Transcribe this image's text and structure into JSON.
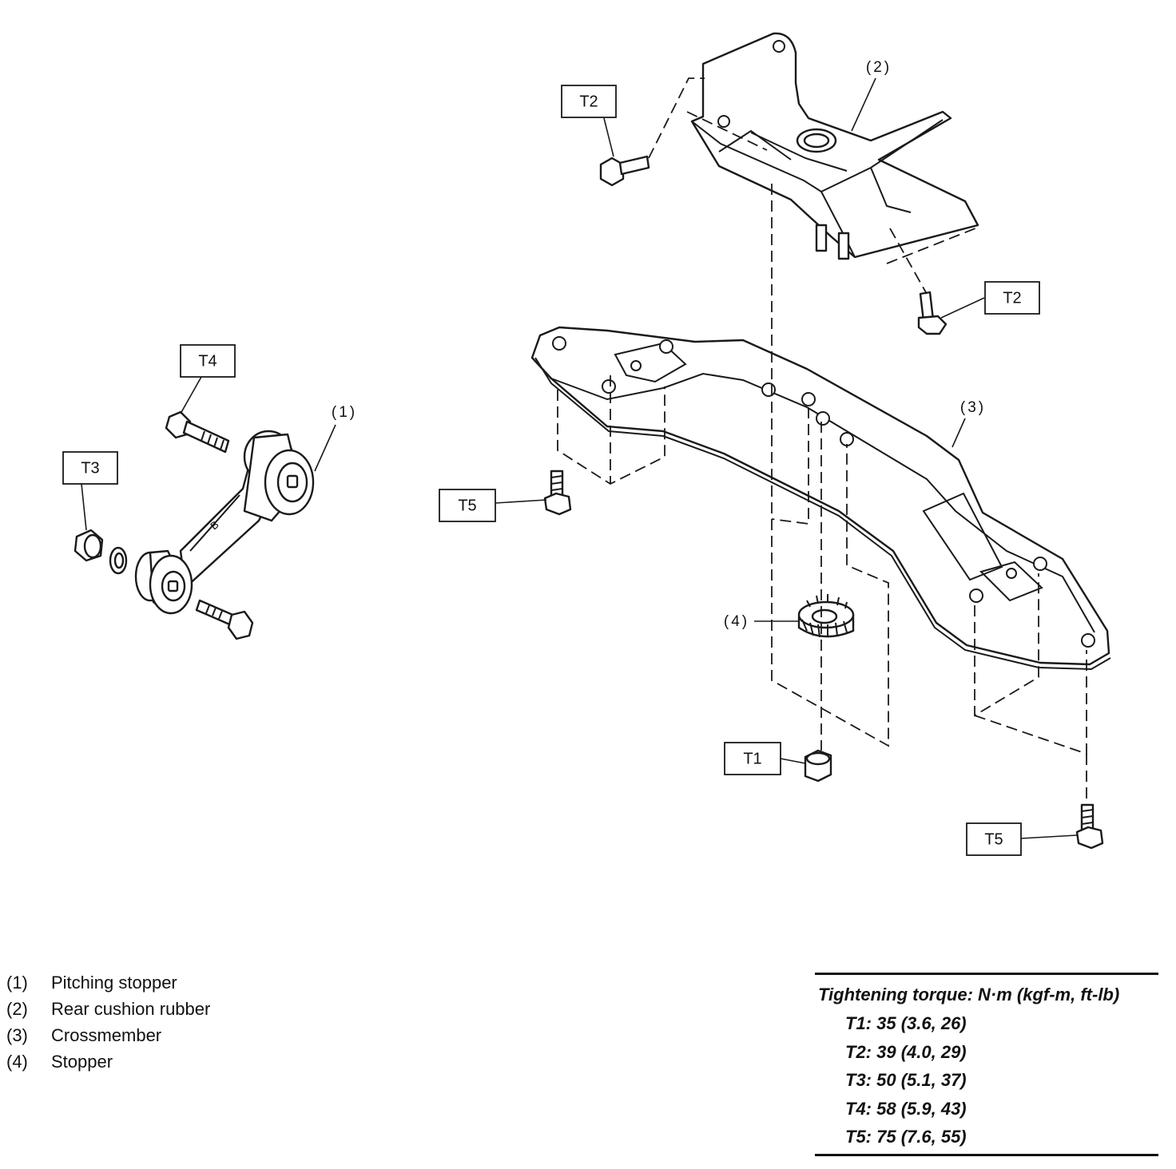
{
  "callouts": {
    "pitching_stopper": "(1)",
    "rear_cushion_rubber": "(2)",
    "crossmember": "(3)",
    "stopper": "(4)"
  },
  "torque_labels": {
    "t1": "T1",
    "t2_left": "T2",
    "t2_right": "T2",
    "t3": "T3",
    "t4": "T4",
    "t5_left": "T5",
    "t5_right": "T5"
  },
  "legend": [
    {
      "num": "(1)",
      "text": "Pitching stopper"
    },
    {
      "num": "(2)",
      "text": "Rear cushion rubber"
    },
    {
      "num": "(3)",
      "text": "Crossmember"
    },
    {
      "num": "(4)",
      "text": "Stopper"
    }
  ],
  "torque_table": {
    "title": "Tightening torque: N·m (kgf-m, ft-lb)",
    "rows": [
      "T1: 35 (3.6, 26)",
      "T2: 39 (4.0, 29)",
      "T3: 50 (5.1, 37)",
      "T4: 58 (5.9, 43)",
      "T5: 75 (7.6, 55)"
    ]
  }
}
